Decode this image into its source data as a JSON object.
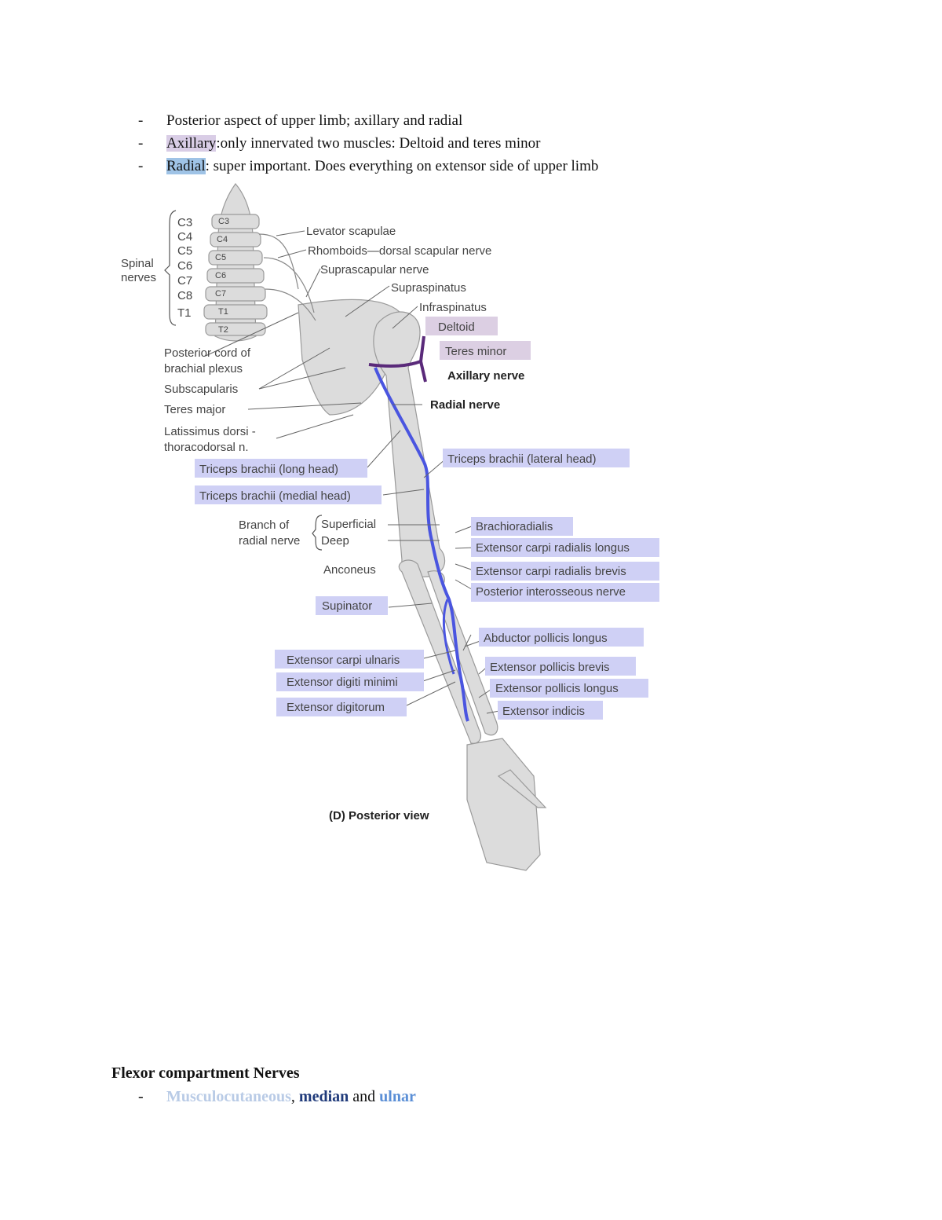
{
  "bullets": [
    {
      "text": "Posterior aspect of upper limb; axillary and radial"
    },
    {
      "highlight": "Axillary",
      "text": ":only innervated two muscles: Deltoid and teres minor"
    },
    {
      "highlight": "Radial",
      "text": ": super important. Does everything on extensor side of upper limb"
    }
  ],
  "figure": {
    "spinal_levels": [
      "C3",
      "C4",
      "C5",
      "C6",
      "C7",
      "C8",
      "T1"
    ],
    "vertebra_labels": [
      "C3",
      "C4",
      "C5",
      "C6",
      "C7",
      "T1",
      "T2"
    ],
    "spinal_nerves_label": [
      "Spinal",
      "nerves"
    ],
    "levator": "Levator scapulae",
    "rhomboids": "Rhomboids—dorsal scapular nerve",
    "suprascapular": "Suprascapular nerve",
    "supraspinatus": "Supraspinatus",
    "infraspinatus": "Infraspinatus",
    "deltoid": "Deltoid",
    "teres_minor": "Teres minor",
    "axillary_nerve": "Axillary nerve",
    "posterior_cord": [
      "Posterior cord of",
      "brachial plexus"
    ],
    "subscapularis": "Subscapularis",
    "teres_major": "Teres major",
    "latissimus": [
      "Latissimus dorsi -",
      "thoracodorsal n."
    ],
    "radial_nerve": "Radial nerve",
    "triceps_long": "Triceps brachii (long head)",
    "triceps_medial": "Triceps brachii (medial head)",
    "triceps_lateral": "Triceps brachii (lateral head)",
    "branch_radial": [
      "Branch of",
      "radial nerve"
    ],
    "superficial": "Superficial",
    "deep": "Deep",
    "brachioradialis": "Brachioradialis",
    "ecrl": "Extensor carpi radialis longus",
    "ecrb": "Extensor carpi radialis brevis",
    "pin": "Posterior interosseous nerve",
    "anconeus": "Anconeus",
    "supinator": "Supinator",
    "apl": "Abductor pollicis longus",
    "ecu": "Extensor carpi ulnaris",
    "edm": "Extensor digiti minimi",
    "ed": "Extensor digitorum",
    "epb": "Extensor pollicis brevis",
    "epl": "Extensor pollicis longus",
    "ei": "Extensor indicis",
    "caption": "(D) Posterior view"
  },
  "flexor": {
    "heading": "Flexor compartment Nerves",
    "musculocutaneous": "Musculocutaneous",
    "comma": ",",
    "median": "median",
    "and": "and",
    "ulnar": "ulnar"
  },
  "colors": {
    "radial_nerve": "#4a55e0",
    "axillary_nerve": "#5a2a7a",
    "blue_highlight": "#cfd0f5",
    "purple_highlight": "#dccfe3"
  }
}
